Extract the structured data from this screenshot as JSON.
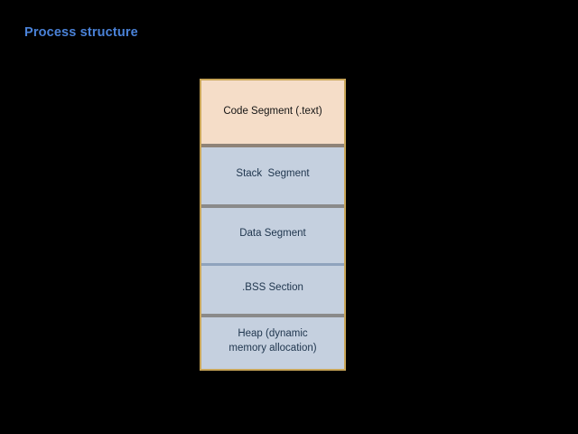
{
  "slide": {
    "title": "Process structure",
    "background_color": "#000000",
    "title_color": "#4a82d8"
  },
  "diagram": {
    "name": "process-memory-layout",
    "border_color": "#c8a558",
    "segments": [
      {
        "label": "Code Segment (.text)",
        "fill": "#f5ddc8",
        "text_color": "#151515",
        "divider_above": false
      },
      {
        "label": "Stack  Segment",
        "fill": "#c5d0df",
        "text_color": "#21374f",
        "divider_above": true,
        "divider_color": "#8f8378"
      },
      {
        "label": "Data Segment",
        "fill": "#c5d0df",
        "text_color": "#21374f",
        "divider_above": true,
        "divider_color": "#8a8a8a"
      },
      {
        "label": ".BSS Section",
        "fill": "#c5d0df",
        "text_color": "#21374f",
        "divider_above": true,
        "divider_color": "#8fa3bd"
      },
      {
        "label": "Heap (dynamic\nmemory allocation)",
        "fill": "#c5d0df",
        "text_color": "#21374f",
        "divider_above": true,
        "divider_color": "#8a8a8a"
      }
    ]
  }
}
